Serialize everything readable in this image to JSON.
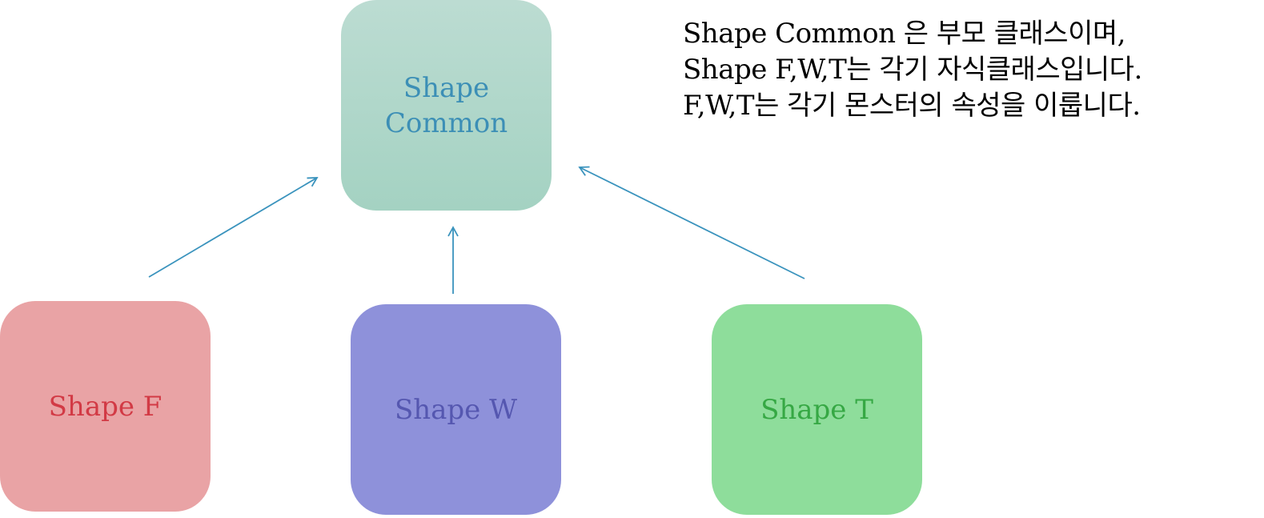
{
  "diagram": {
    "parent": {
      "label": "Shape\nCommon",
      "text_color": "#3c8fb6",
      "fill_color": "#b0d7c9"
    },
    "children": [
      {
        "id": "f",
        "label": "Shape F",
        "text_color": "#d23a45",
        "fill_color": "#e9a3a5"
      },
      {
        "id": "w",
        "label": "Shape W",
        "text_color": "#5557b0",
        "fill_color": "#8e91da"
      },
      {
        "id": "t",
        "label": "Shape T",
        "text_color": "#36a844",
        "fill_color": "#8edd9b"
      }
    ],
    "arrow_color": "#3a93bd",
    "description": [
      "Shape Common 은 부모 클래스이며,",
      "Shape F,W,T는 각기 자식클래스입니다.",
      "F,W,T는 각기 몬스터의 속성을 이룹니다."
    ]
  }
}
